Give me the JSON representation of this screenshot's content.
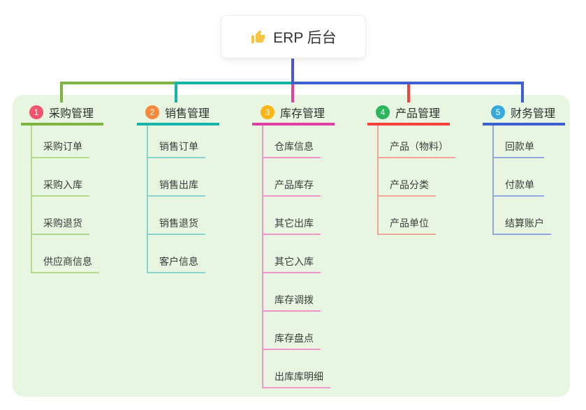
{
  "root": {
    "title": "ERP 后台",
    "icon": "thumbs-up-icon",
    "icon_color": "#f6c344"
  },
  "canvas": {
    "panel_background": "#e8f5e1",
    "root_connector_color": "#4a57cf"
  },
  "branches": [
    {
      "num": "1",
      "label": "采购管理",
      "badge_color": "#f4536e",
      "line_color": "#7cb53f",
      "light_line_color": "#b4d98c",
      "children": [
        "采购订单",
        "采购入库",
        "采购退货",
        "供应商信息"
      ]
    },
    {
      "num": "2",
      "label": "销售管理",
      "badge_color": "#f9883b",
      "line_color": "#16b3a8",
      "light_line_color": "#84d5cd",
      "children": [
        "销售订单",
        "销售出库",
        "销售退货",
        "客户信息"
      ]
    },
    {
      "num": "3",
      "label": "库存管理",
      "badge_color": "#fab414",
      "line_color": "#e040a1",
      "light_line_color": "#f095ca",
      "children": [
        "仓库信息",
        "产品库存",
        "其它出库",
        "其它入库",
        "库存调拨",
        "库存盘点",
        "出库库明细"
      ]
    },
    {
      "num": "4",
      "label": "产品管理",
      "badge_color": "#2eb55d",
      "line_color": "#f5423b",
      "light_line_color": "#f7a19c",
      "children": [
        "产品（物料）",
        "产品分类",
        "产品单位"
      ]
    },
    {
      "num": "5",
      "label": "财务管理",
      "badge_color": "#34a9dd",
      "line_color": "#3c60d1",
      "light_line_color": "#93a8e1",
      "children": [
        "回款单",
        "付款单",
        "结算账户"
      ]
    }
  ]
}
